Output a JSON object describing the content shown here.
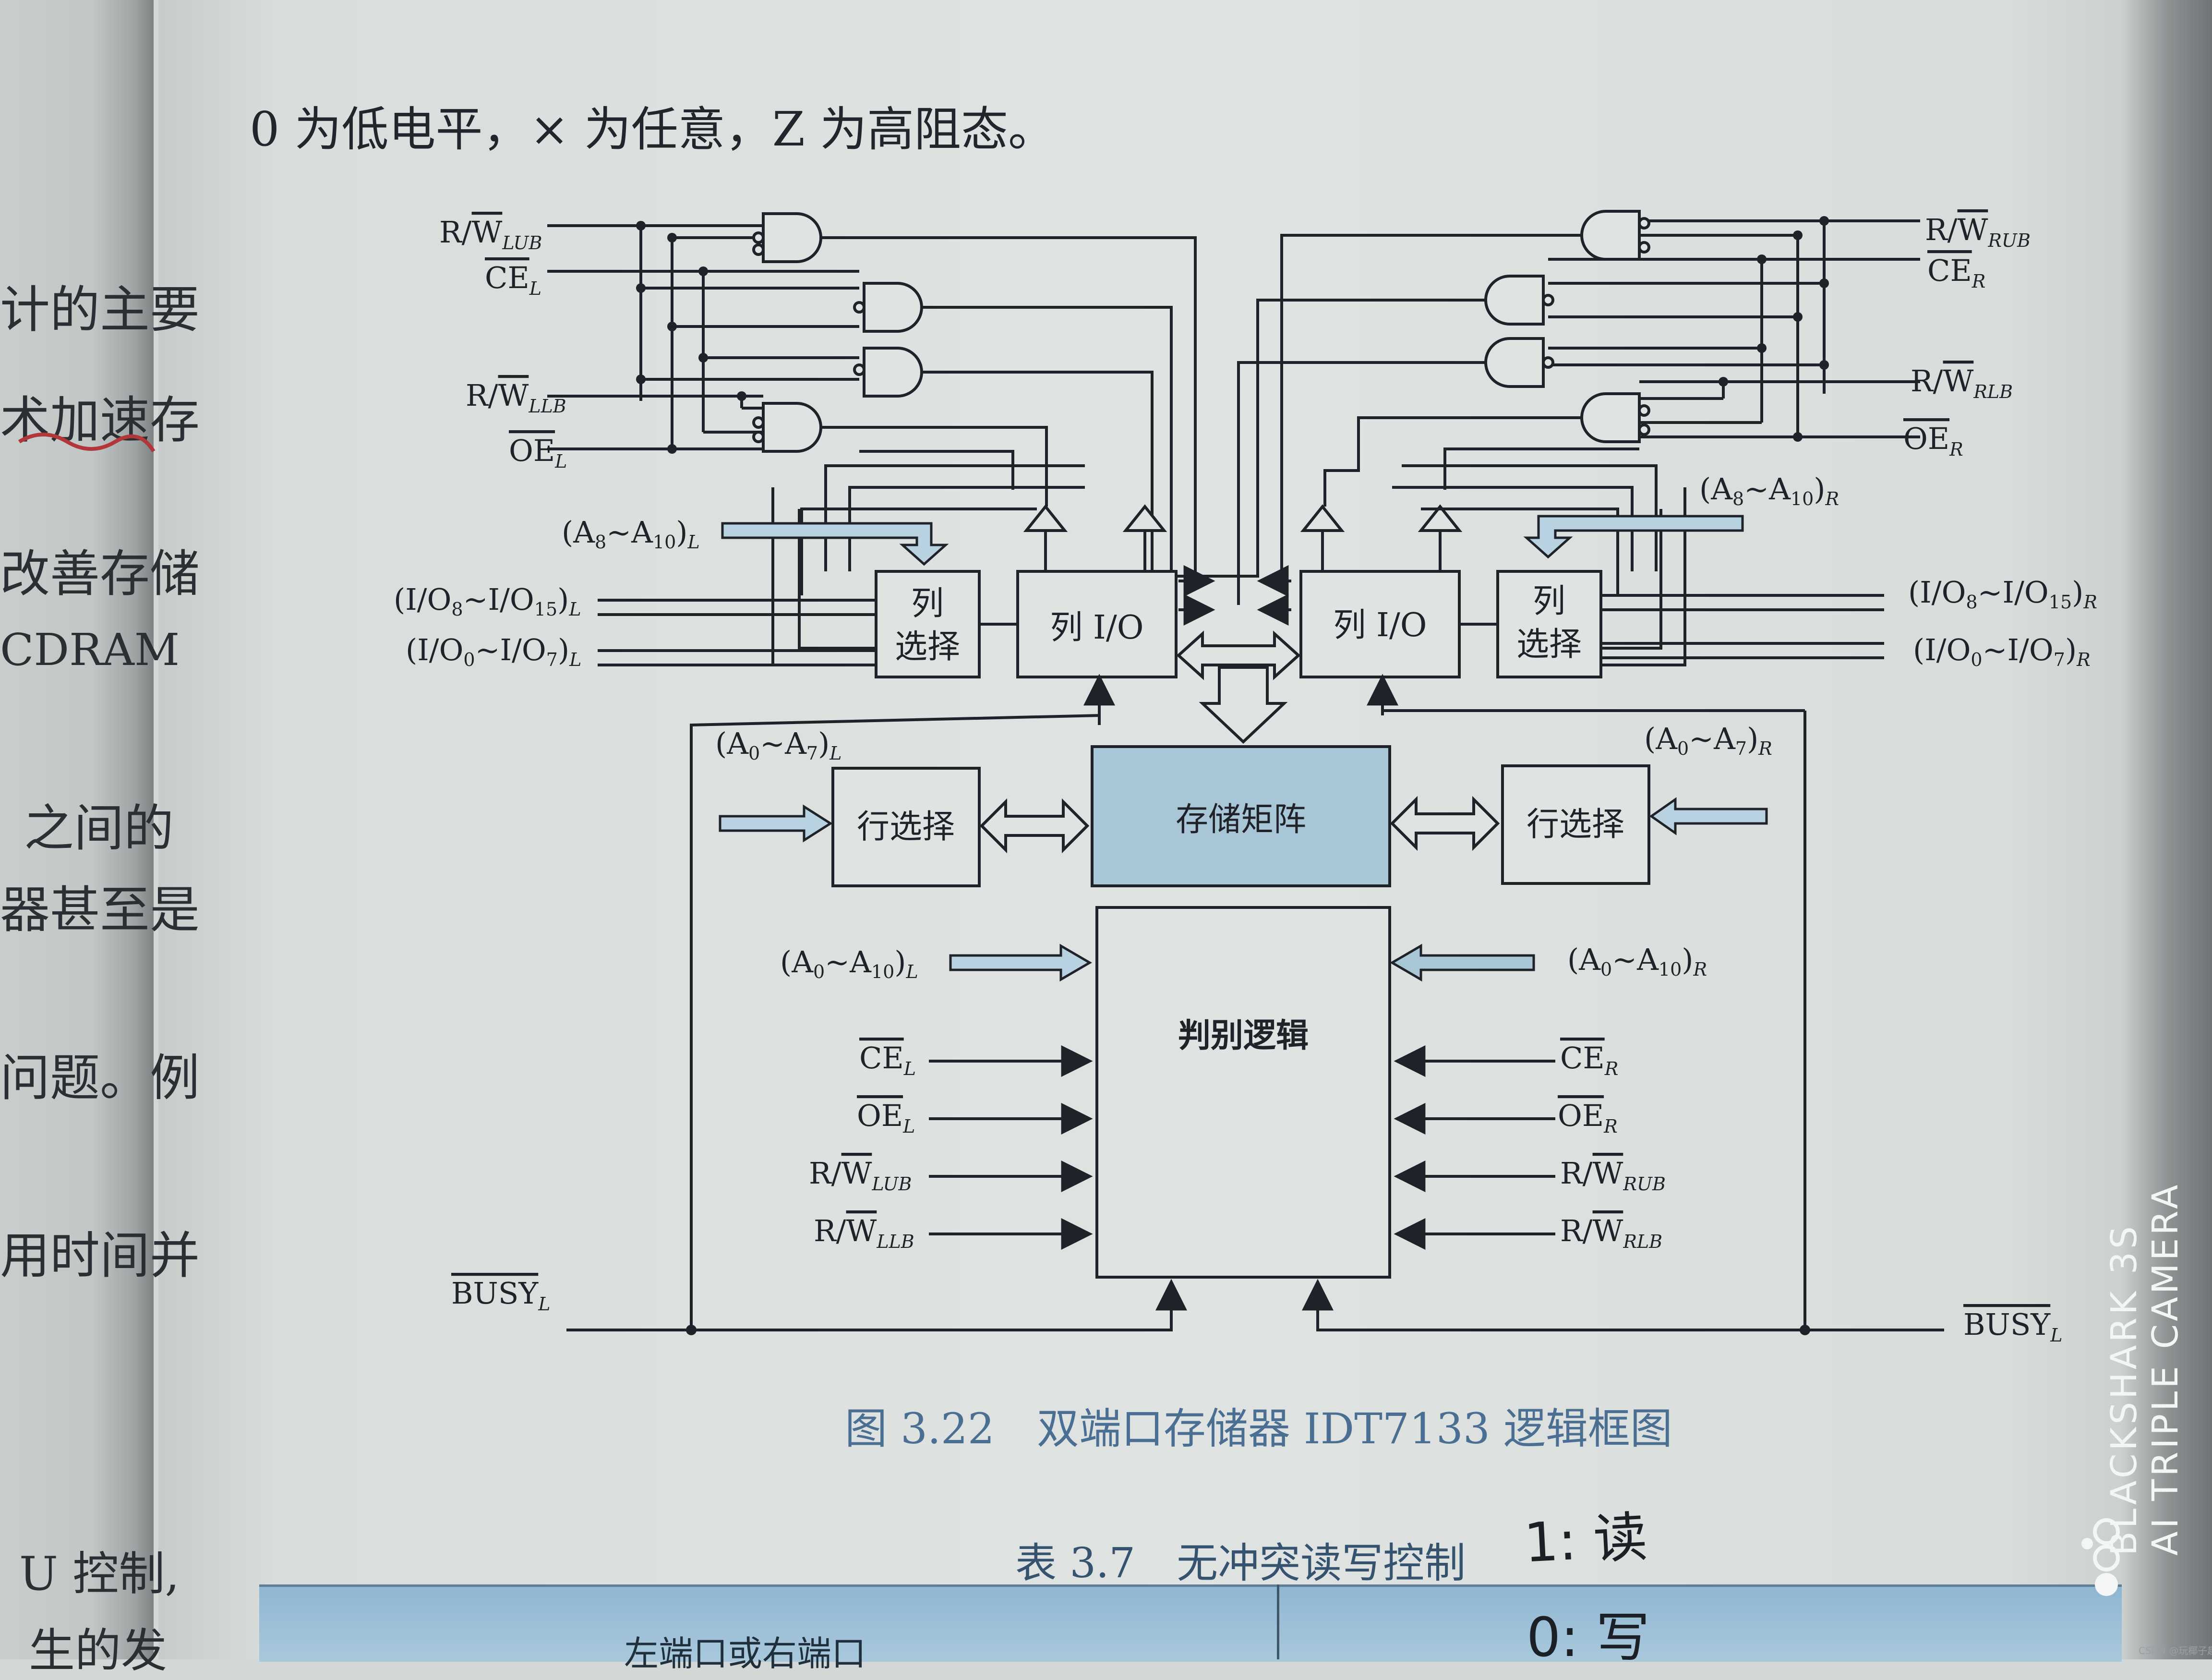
{
  "spine_fragments": [
    "计的主要",
    "术加速存",
    "改善存储",
    "CDRAM",
    "之间的",
    "器甚至是",
    "问题。例",
    "用时间并",
    "U 控制,",
    "生的发"
  ],
  "top_note": "0 为低电平，× 为任意，Z 为高阻态。",
  "figure": {
    "left_signals": {
      "rw_lub": {
        "main": "R/",
        "bar": "W",
        "sub": "LUB"
      },
      "ce": {
        "bar": "CE",
        "sub": "L"
      },
      "rw_llb": {
        "main": "R/",
        "bar": "W",
        "sub": "LLB"
      },
      "oe": {
        "bar": "OE",
        "sub": "L"
      },
      "a8_a10": {
        "main": "(A",
        "s1": "8",
        "mid": "~A",
        "s2": "10",
        "end": ")",
        "sub": "L"
      },
      "io8_15": {
        "main": "(I/O",
        "s1": "8",
        "mid": "~I/O",
        "s2": "15",
        "end": ")",
        "sub": "L"
      },
      "io0_7": {
        "main": "(I/O",
        "s1": "0",
        "mid": "~I/O",
        "s2": "7",
        "end": ")",
        "sub": "L"
      },
      "a0_a7": {
        "main": "(A",
        "s1": "0",
        "mid": "~A",
        "s2": "7",
        "end": ")",
        "sub": "L"
      },
      "a0_a10": {
        "main": "(A",
        "s1": "0",
        "mid": "~A",
        "s2": "10",
        "end": ")",
        "sub": "L"
      },
      "busy": {
        "bar": "BUSY",
        "sub": "L"
      }
    },
    "right_signals": {
      "rw_rub": {
        "main": "R/",
        "bar": "W",
        "sub": "RUB"
      },
      "ce": {
        "bar": "CE",
        "sub": "R"
      },
      "rw_rlb": {
        "main": "R/",
        "bar": "W",
        "sub": "RLB"
      },
      "oe": {
        "bar": "OE",
        "sub": "R"
      },
      "a8_a10": {
        "main": "(A",
        "s1": "8",
        "mid": "~A",
        "s2": "10",
        "end": ")",
        "sub": "R"
      },
      "io8_15": {
        "main": "(I/O",
        "s1": "8",
        "mid": "~I/O",
        "s2": "15",
        "end": ")",
        "sub": "R"
      },
      "io0_7": {
        "main": "(I/O",
        "s1": "0",
        "mid": "~I/O",
        "s2": "7",
        "end": ")",
        "sub": "R"
      },
      "a0_a7": {
        "main": "(A",
        "s1": "0",
        "mid": "~A",
        "s2": "7",
        "end": ")",
        "sub": "R"
      },
      "a0_a10": {
        "main": "(A",
        "s1": "0",
        "mid": "~A",
        "s2": "10",
        "end": ")",
        "sub": "R"
      },
      "busy": {
        "bar": "BUSY",
        "sub": "L"
      }
    },
    "blocks": {
      "col_select_line1": "列",
      "col_select_line2": "选择",
      "col_io": "列 I/O",
      "row_select": "行选择",
      "storage_matrix": "存储矩阵",
      "arbitration_logic": "判别逻辑"
    },
    "colors": {
      "matrix_fill": "#a8c6d6",
      "arrow_fill": "#b9d2e2",
      "ink": "#1f2329"
    }
  },
  "caption": "图 3.22　双端口存储器 IDT7133 逻辑框图",
  "table_title": "表 3.7　无冲突读写控制",
  "table_header_cell": "左端口或右端口",
  "handwritten_note": [
    "1: 读",
    "0: 写"
  ],
  "watermark": {
    "brand": "BLACKSHARK 3S",
    "line2": "AI TRIPLE CAMERA",
    "credit": "CSDN @玩椰子趣"
  }
}
